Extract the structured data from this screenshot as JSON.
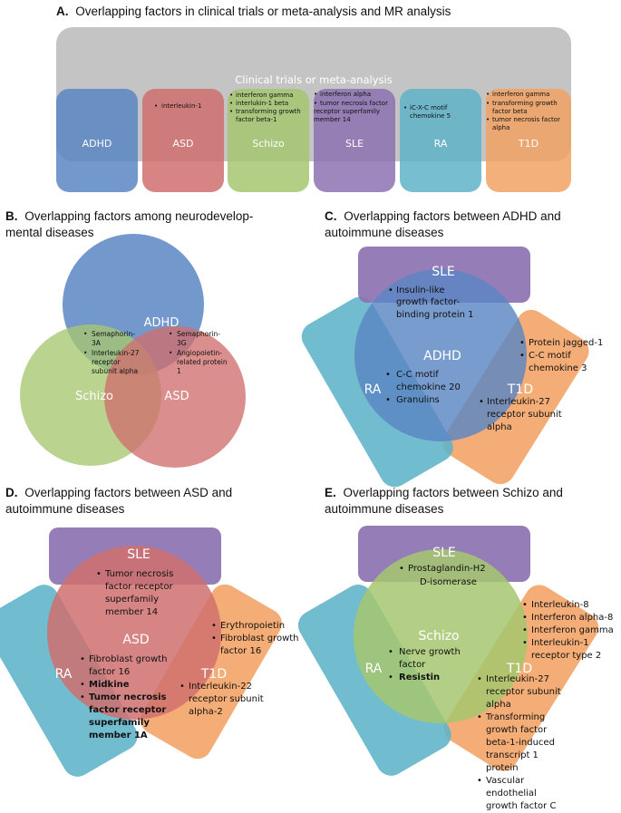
{
  "panel_a": {
    "letter": "A.",
    "title": "Overlapping factors in clinical trials or meta-analysis and MR analysis",
    "header": "Clinical trials or meta-analysis",
    "columns": [
      {
        "label": "ADHD",
        "color": "#5a86c3",
        "items": []
      },
      {
        "label": "ASD",
        "color": "#d0706e",
        "items": [
          "interleukin-1"
        ]
      },
      {
        "label": "Schizo",
        "color": "#a6c770",
        "items": [
          "interferon gamma",
          "interlukin-1 beta",
          "transforming growth",
          "factor beta-1"
        ]
      },
      {
        "label": "SLE",
        "color": "#8c72b1",
        "items": [
          "interferon alpha",
          "tumor necrosis factor",
          "receptor superfamily",
          "member 14"
        ]
      },
      {
        "label": "RA",
        "color": "#5fb3c9",
        "items": [
          "iC-X-C motif",
          "chemokine 5"
        ]
      },
      {
        "label": "T1D",
        "color": "#f2a263",
        "items": [
          "interferon gamma",
          "transforming growth",
          "factor beta",
          "tumor necrosis factor",
          "alpha"
        ]
      }
    ]
  },
  "panel_b": {
    "letter": "B.",
    "title_line1": "Overlapping factors among neurodevelop-",
    "title_line2": "mental diseases",
    "labels": {
      "adhd": "ADHD",
      "schizo": "Schizo",
      "asd": "ASD"
    },
    "left_items": [
      "Semaphorin-",
      "3A",
      "Interleukin-27",
      "receptor",
      "subunit alpha"
    ],
    "right_items": [
      "Semaphorin-",
      "3G",
      "Angiopoietin-",
      "related protein",
      "1"
    ]
  },
  "panel_c": {
    "letter": "C.",
    "title_line1": "Overlapping factors between ADHD and",
    "title_line2": "autoimmune diseases",
    "labels": {
      "sle": "SLE",
      "center": "ADHD",
      "ra": "RA",
      "t1d": "T1D"
    },
    "top_items": [
      "Insulin-like",
      "growth factor-",
      "binding protein 1"
    ],
    "left_items": [
      "C-C motif",
      "chemokine 20",
      "Granulins"
    ],
    "right_items": [
      "Protein jagged-1",
      "C-C motif",
      "chemokine 3"
    ],
    "bottom_items": [
      "Interleukin-27",
      "receptor subunit",
      "alpha"
    ]
  },
  "panel_d": {
    "letter": "D.",
    "title_line1": "Overlapping factors between ASD and",
    "title_line2": "autoimmune diseases",
    "labels": {
      "sle": "SLE",
      "center": "ASD",
      "ra": "RA",
      "t1d": "T1D"
    },
    "top_items": [
      "Tumor necrosis",
      "factor receptor",
      "superfamily",
      "member 14"
    ],
    "left_items": [
      "Fibroblast growth",
      "factor 16",
      "Midkine",
      "Tumor necrosis",
      "factor receptor",
      "superfamily",
      "member 1A"
    ],
    "right_items": [
      "Erythropoietin",
      "Fibroblast growth",
      "factor 16"
    ],
    "bottom_items": [
      "Interleukin-22",
      "receptor subunit",
      "alpha-2"
    ]
  },
  "panel_e": {
    "letter": "E.",
    "title_line1": "Overlapping factors between Schizo and",
    "title_line2": "autoimmune diseases",
    "labels": {
      "sle": "SLE",
      "center": "Schizo",
      "ra": "RA",
      "t1d": "T1D"
    },
    "top_items": [
      "Prostaglandin-H2",
      "D-isomerase"
    ],
    "left_items": [
      "Nerve growth",
      "factor",
      "Resistin"
    ],
    "right_items": [
      "Interleukin-8",
      "Interferon alpha-8",
      "Interferon gamma",
      "Interleukin-1",
      "receptor type 2"
    ],
    "bottom_items": [
      "Interleukin-27",
      "receptor subunit",
      "alpha",
      "Transforming",
      "growth factor",
      "beta-1-induced",
      "transcript 1",
      "protein",
      "Vascular",
      "endothelial",
      "growth factor C"
    ]
  },
  "colors": {
    "adhd": "#5a86c3",
    "asd": "#d0706e",
    "schizo": "#a6c770",
    "sle": "#8c72b1",
    "ra": "#5fb3c9",
    "t1d": "#f2a263",
    "gray": "#c4c4c4"
  }
}
